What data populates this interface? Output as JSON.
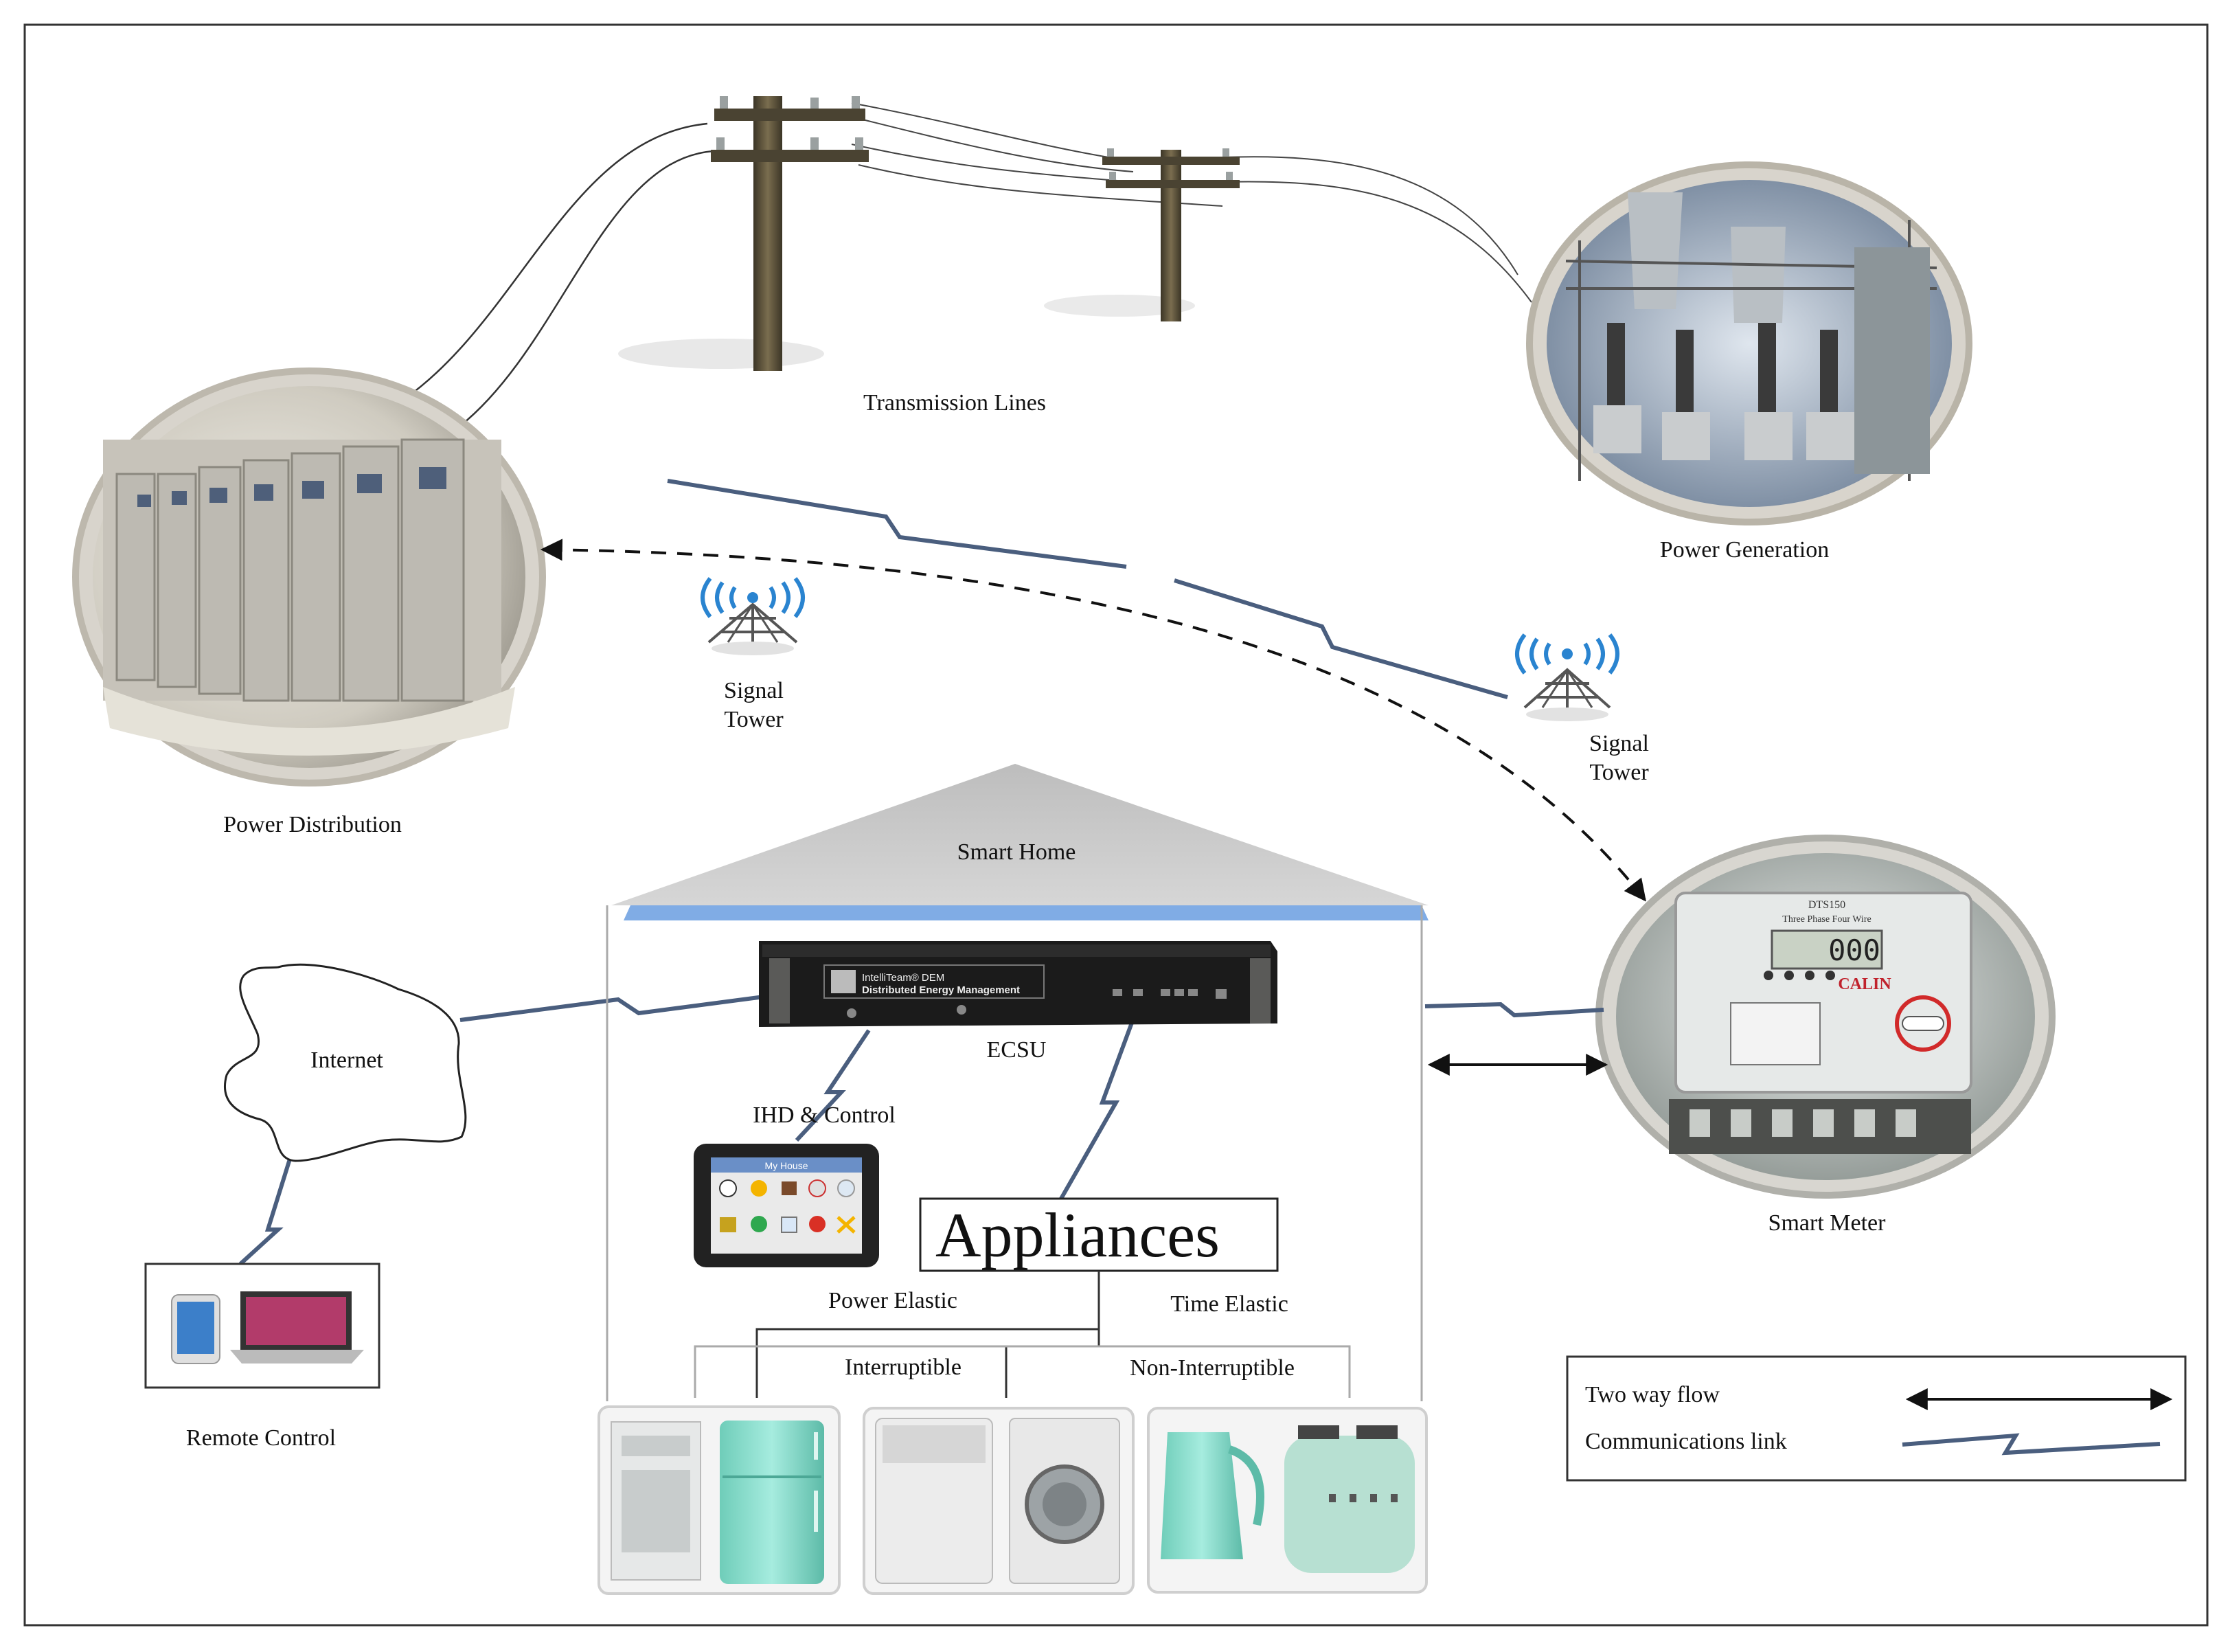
{
  "labels": {
    "transmission_lines": "Transmission Lines",
    "power_generation": "Power Generation",
    "power_distribution": "Power Distribution",
    "signal_tower": "Signal Tower",
    "smart_home": "Smart Home",
    "ecsu": "ECSU",
    "ihd_control": "IHD & Control",
    "internet": "Internet",
    "remote_control": "Remote Control",
    "smart_meter": "Smart Meter",
    "appliances": "Appliances",
    "power_elastic": "Power Elastic",
    "time_elastic": "Time Elastic",
    "interruptible": "Interruptible",
    "non_interruptible": "Non-Interruptible"
  },
  "device_text": {
    "ecsu_line1": "IntelliTeam® DEM",
    "ecsu_line2": "Distributed Energy Management",
    "ihd_header": "My House",
    "meter_model": "DTS150",
    "meter_desc": "Three Phase Four Wire",
    "meter_brand": "CALIN",
    "meter_display": "000"
  },
  "legend": {
    "two_way_flow": "Two way flow",
    "communications_link": "Communications link"
  },
  "colors": {
    "comm_link": "#4a5e7e",
    "roof": "#c8c8c8",
    "roof_band": "#6a9ee0",
    "signal_waves": "#2a84d0",
    "appliance_teal": "#8fdccc"
  }
}
